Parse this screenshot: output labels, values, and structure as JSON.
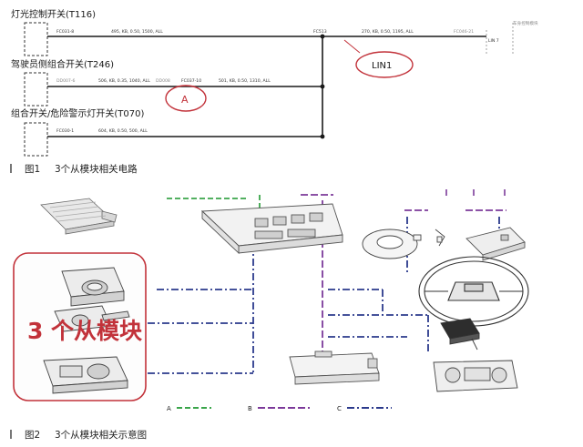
{
  "figure1": {
    "switch_lighting": "灯光控制开关(T116)",
    "switch_driver": "驾驶员侧组合开关(T246)",
    "switch_hazard": "组合开关/危险警示灯开关(T070)",
    "connector_1": "FC031-8",
    "wire_1": "495, KB, 0.50, 1500, ALL",
    "connector_2": "DD007-6",
    "wire_2": "506, KB, 0.35, 1040, ALL",
    "connector_2b": "DD008",
    "connector_2c": "FC037-10",
    "wire_2b": "501, KB, 0.50, 1310, ALL",
    "connector_3": "FC030-1",
    "wire_3": "604, KB, 0.50, 500, ALL",
    "junction": "FC513",
    "wire_out": "270, KB, 0.50, 1195, ALL",
    "connector_out": "FC046-21",
    "body_module": "车身控制模块",
    "lin_pin": "LIN 7",
    "callout_a": "A",
    "callout_lin": "LIN1",
    "caption_prefix": "图1",
    "caption": "3个从模块相关电路"
  },
  "figure2": {
    "slave_modules_count": "3",
    "slave_modules_text": "个从模块",
    "legend_a": "A",
    "legend_b": "B",
    "legend_c": "C",
    "caption_prefix": "图2",
    "caption": "3个从模块相关示意图"
  },
  "colors": {
    "bus_a_blue": "#2b3a8c",
    "bus_a_green": "#3aa54a",
    "bus_b_purple": "#7c3a9a",
    "callout_red": "#c2323a",
    "wire_black": "#1a1a1a"
  }
}
